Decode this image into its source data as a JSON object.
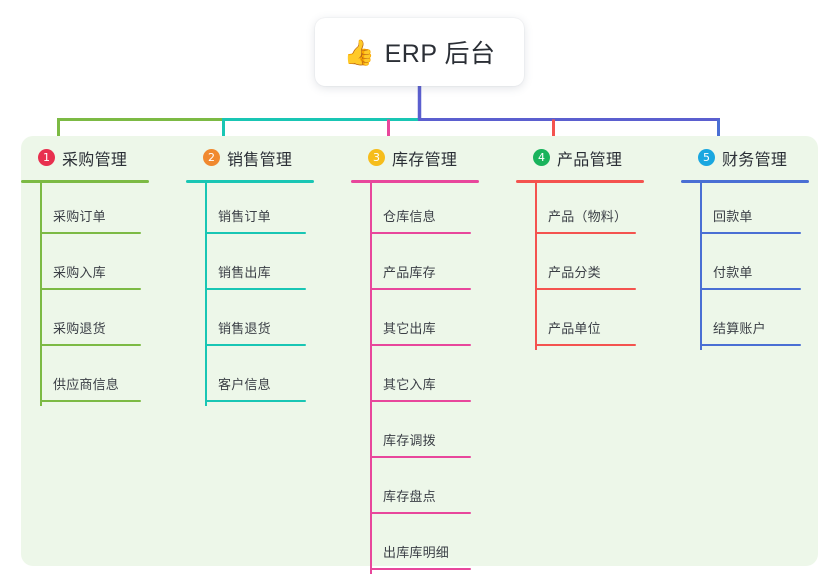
{
  "root": {
    "emoji": "👍",
    "emoji_name": "thumbs-up-icon",
    "title": "ERP 后台"
  },
  "palette": {
    "panel_bg": "#edf7e9",
    "card_bg": "#ffffff",
    "text": "#2b2f36",
    "item_text": "#3b3f46",
    "root_connector": "#5b5fcf"
  },
  "columns": [
    {
      "num": "1",
      "title": "采购管理",
      "badge_color": "#e8304f",
      "line_color": "#7cba44",
      "items": [
        {
          "label": "采购订单"
        },
        {
          "label": "采购入库"
        },
        {
          "label": "采购退货"
        },
        {
          "label": "供应商信息"
        }
      ]
    },
    {
      "num": "2",
      "title": "销售管理",
      "badge_color": "#f0892f",
      "line_color": "#19c6b4",
      "items": [
        {
          "label": "销售订单"
        },
        {
          "label": "销售出库"
        },
        {
          "label": "销售退货"
        },
        {
          "label": "客户信息"
        }
      ]
    },
    {
      "num": "3",
      "title": "库存管理",
      "badge_color": "#f6bd1c",
      "line_color": "#e8479c",
      "items": [
        {
          "label": "仓库信息"
        },
        {
          "label": "产品库存"
        },
        {
          "label": "其它出库"
        },
        {
          "label": "其它入库"
        },
        {
          "label": "库存调拨"
        },
        {
          "label": "库存盘点"
        },
        {
          "label": "出库库明细"
        }
      ]
    },
    {
      "num": "4",
      "title": "产品管理",
      "badge_color": "#19b35c",
      "line_color": "#f4534f",
      "items": [
        {
          "label": "产品（物料）"
        },
        {
          "label": "产品分类"
        },
        {
          "label": "产品单位"
        }
      ]
    },
    {
      "num": "5",
      "title": "财务管理",
      "badge_color": "#1aa7e0",
      "line_color": "#4a6fd4",
      "items": [
        {
          "label": "回款单"
        },
        {
          "label": "付款单"
        },
        {
          "label": "结算账户"
        }
      ]
    }
  ]
}
